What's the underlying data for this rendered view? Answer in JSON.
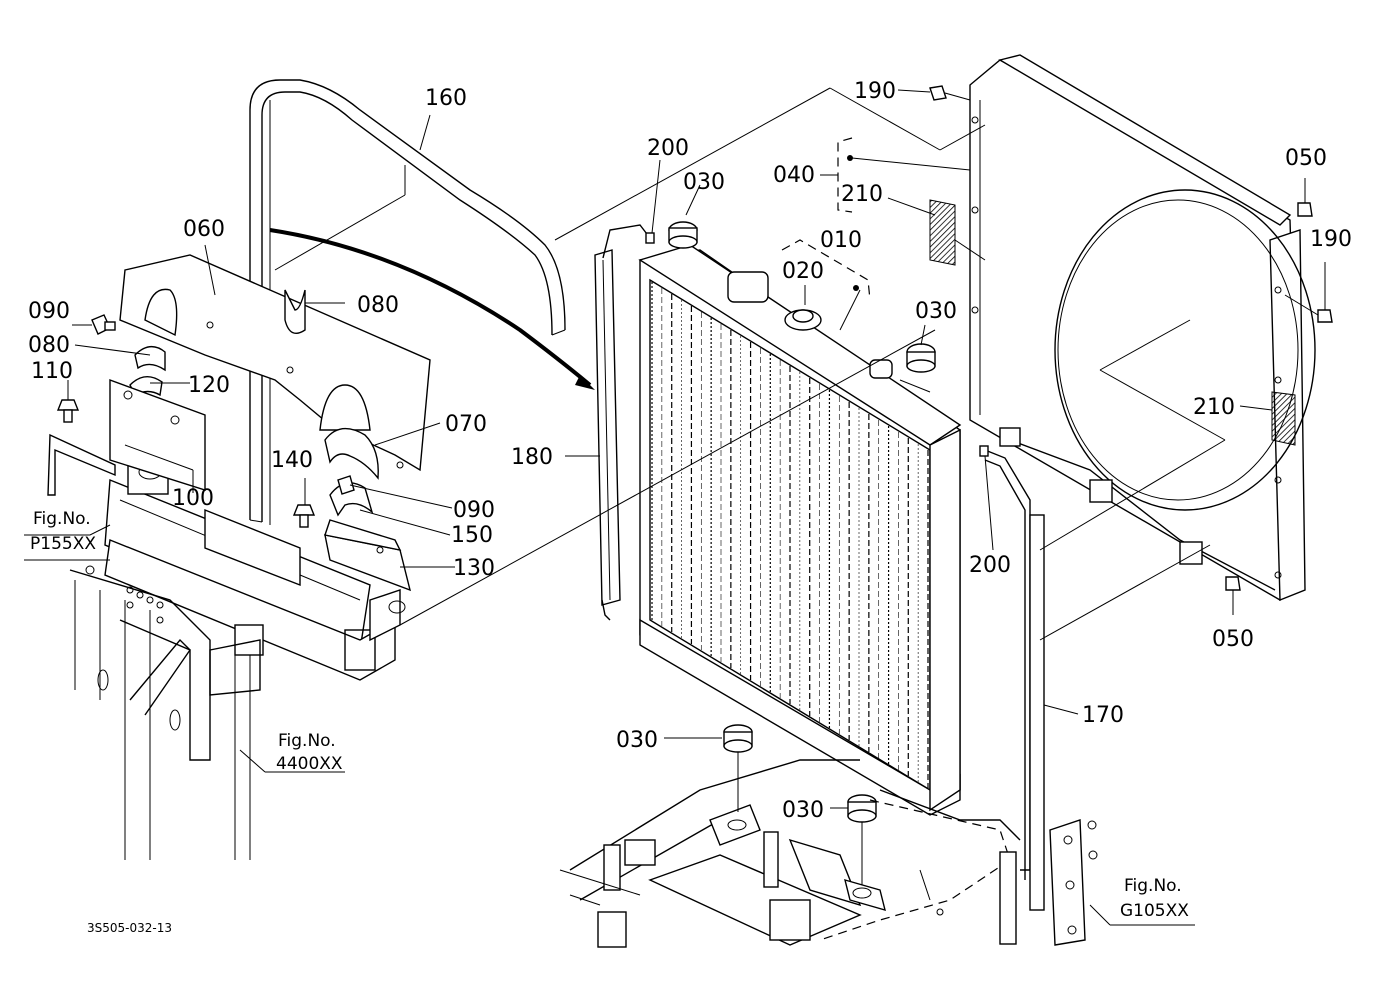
{
  "drawing_code": "3S505-032-13",
  "callouts": {
    "p160": "160",
    "p060": "060",
    "p080a": "080",
    "p080b": "080",
    "p090a": "090",
    "p090b": "090",
    "p110": "110",
    "p120": "120",
    "p070": "070",
    "p100": "100",
    "p140": "140",
    "p150": "150",
    "p130": "130",
    "p180": "180",
    "p200a": "200",
    "p200b": "200",
    "p030a": "030",
    "p030b": "030",
    "p030c": "030",
    "p030d": "030",
    "p040": "040",
    "p010": "010",
    "p020": "020",
    "p210a": "210",
    "p210b": "210",
    "p190a": "190",
    "p190b": "190",
    "p050a": "050",
    "p050b": "050",
    "p170": "170"
  },
  "figure_refs": {
    "ref_p155": {
      "title": "Fig.No.",
      "number": "P155XX"
    },
    "ref_4400": {
      "title": "Fig.No.",
      "number": "4400XX"
    },
    "ref_g105": {
      "title": "Fig.No.",
      "number": "G105XX"
    }
  }
}
